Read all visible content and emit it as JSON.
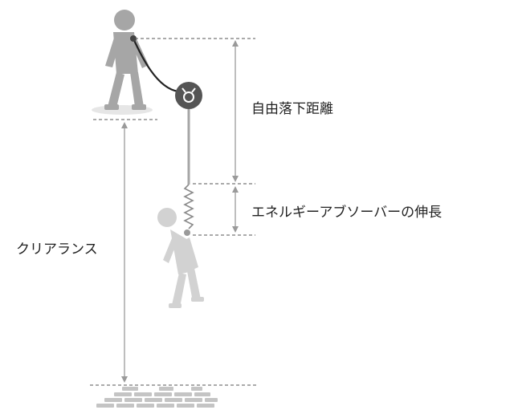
{
  "labels": {
    "free_fall_distance": "自由落下距離",
    "absorber_extension": "エネルギーアブソーバーの伸長",
    "clearance": "クリアランス"
  },
  "colors": {
    "worker_standing": "#a6a6a6",
    "worker_falling": "#d2d2d2",
    "lanyard": "#222222",
    "anchor": "#555555",
    "guide_lines": "#555555",
    "arrows": "#9a9a9a",
    "bricks": "#c4c4c4",
    "text": "#222222"
  },
  "icons": {
    "anchor": "hook-anchor-icon",
    "standing_worker": "standing-worker-icon",
    "falling_worker": "falling-worker-icon",
    "floor": "brick-floor-icon"
  }
}
